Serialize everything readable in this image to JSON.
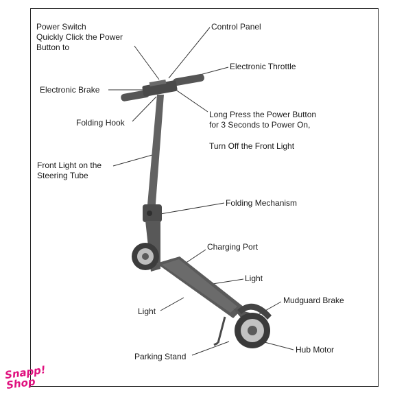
{
  "labels": {
    "power_switch_1": "Power Switch",
    "power_switch_2": "Quickly Click the Power",
    "power_switch_3": "Button to",
    "control_panel": "Control Panel",
    "electronic_throttle": "Electronic Throttle",
    "electronic_brake": "Electronic Brake",
    "long_press_1": "Long Press the Power Button",
    "long_press_2": "for 3 Seconds to Power On,",
    "front_light_off": "Turn Off the Front Light",
    "folding_hook": "Folding Hook",
    "front_light_1": "Front Light on the",
    "front_light_2": "Steering Tube",
    "folding_mechanism": "Folding Mechanism",
    "charging_port": "Charging Port",
    "light_right": "Light",
    "light_left": "Light",
    "mudguard_brake": "Mudguard Brake",
    "hub_motor": "Hub Motor",
    "parking_stand": "Parking Stand"
  },
  "logo": {
    "line1": "Snapp!",
    "line2": "Shop"
  },
  "colors": {
    "scooter_body": "#5a5a5a",
    "tire": "#3c3c3c",
    "leader_line": "#333333",
    "logo": "#e0117f"
  }
}
